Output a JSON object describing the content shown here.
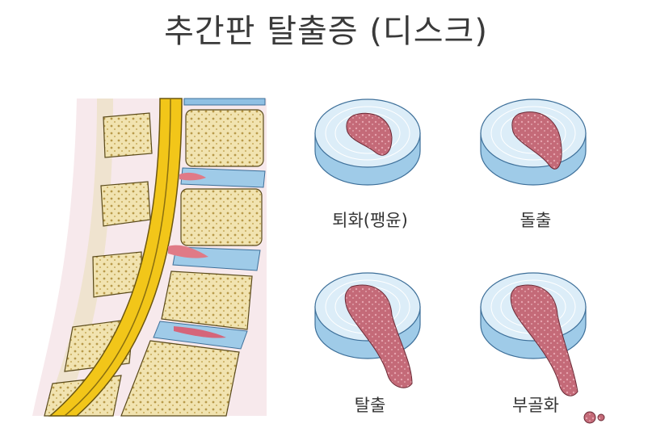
{
  "title": "추간판 탈출증 (디스크)",
  "stages": [
    {
      "label": "퇴화(팽윤)"
    },
    {
      "label": "돌출"
    },
    {
      "label": "탈출"
    },
    {
      "label": "부골화"
    }
  ],
  "colors": {
    "disc": "#d6eaf6",
    "disc_side": "#9fcbe8",
    "nucleus": "#c46a78",
    "bone": "#f3e6b5",
    "cord": "#f2c619"
  }
}
